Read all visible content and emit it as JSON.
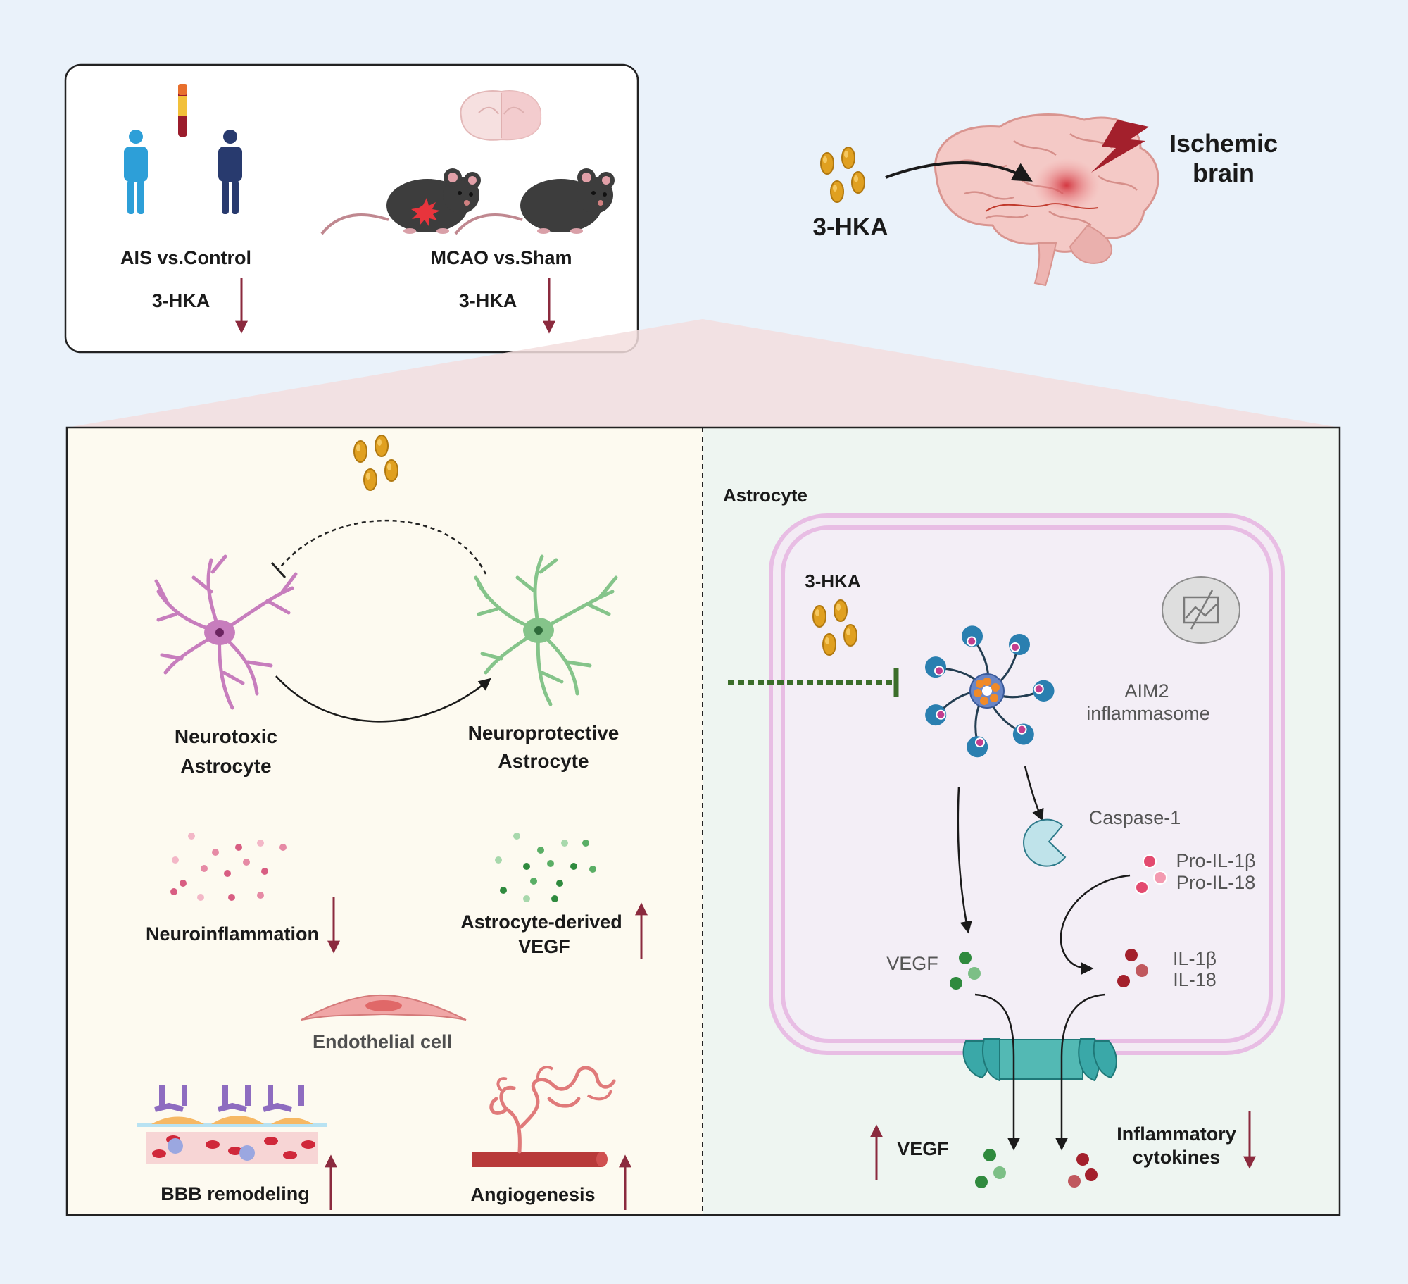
{
  "colors": {
    "background": "#eaf2fa",
    "left_panel": "#fdfaf0",
    "right_panel": "#eef5f1",
    "up_down_arrow": "#8b2a3e",
    "hka_pellet": "#e0a020",
    "neurotoxic": "#c77dbd",
    "neuroprotective": "#85c48a",
    "cell_membrane": "#e7b8e0",
    "aim2_blue": "#2a7fb0",
    "caspase": "#bfe3ea",
    "channel": "#3aa8a8"
  },
  "top_box": {
    "human": {
      "comparison": "AIS vs.Control",
      "metabolite": "3-HKA"
    },
    "mouse": {
      "comparison": "MCAO vs.Sham",
      "metabolite": "3-HKA"
    }
  },
  "brain_section": {
    "compound": "3-HKA",
    "title_line1": "Ischemic",
    "title_line2": "brain"
  },
  "left_panel": {
    "neurotoxic_line1": "Neurotoxic",
    "neurotoxic_line2": "Astrocyte",
    "neuroprotective_line1": "Neuroprotective",
    "neuroprotective_line2": "Astrocyte",
    "neuroinflammation": "Neuroinflammation",
    "vegf_line1": "Astrocyte-derived",
    "vegf_line2": "VEGF",
    "endothelial": "Endothelial cell",
    "bbb": "BBB  remodeling",
    "angiogenesis": "Angiogenesis"
  },
  "right_panel": {
    "title": "Astrocyte",
    "compound": "3-HKA",
    "aim2_line1": "AIM2",
    "aim2_line2": "inflammasome",
    "caspase": "Caspase-1",
    "pro_il1b": "Pro-IL-1β",
    "pro_il18": "Pro-IL-18",
    "vegf_inside": "VEGF",
    "il1b": "IL-1β",
    "il18": "IL-18",
    "vegf_out": "VEGF",
    "cytokines_line1": "Inflammatory",
    "cytokines_line2": "cytokines"
  }
}
